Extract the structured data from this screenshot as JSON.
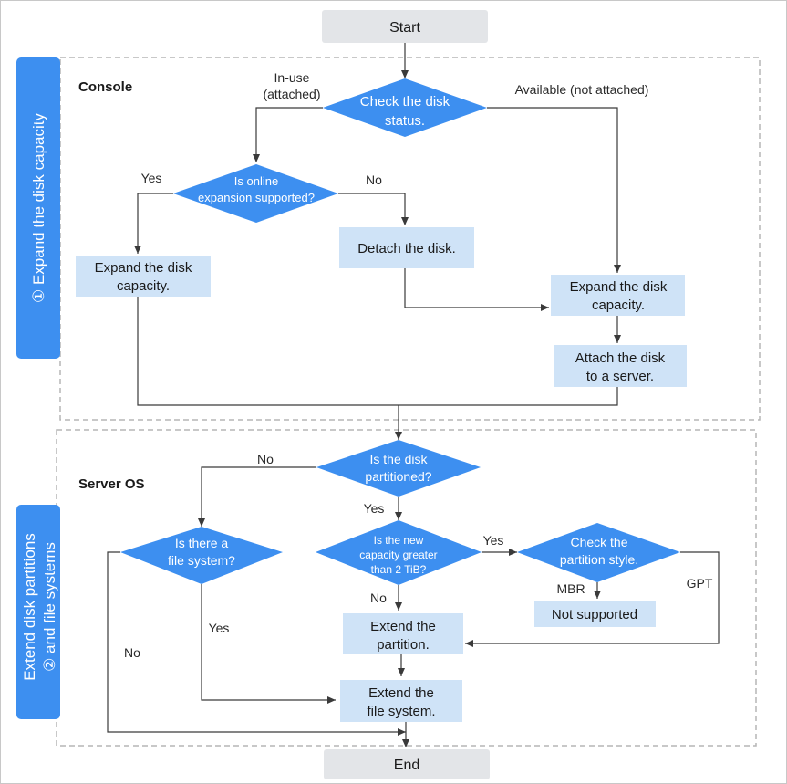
{
  "colors": {
    "blue": "#3d8ff0",
    "box": "#cfe3f7",
    "terminal": "#e3e5e8",
    "line": "#3a3a3a",
    "dash": "#b5b5b5",
    "text": "#1a1a1a"
  },
  "terminals": {
    "start": "Start",
    "end": "End"
  },
  "phases": {
    "phase1_line1": "① Expand the disk capacity",
    "phase2_line1": "Extend disk partitions",
    "phase2_line2": "② and file systems"
  },
  "sections": {
    "console": "Console",
    "server_os": "Server OS"
  },
  "nodes": {
    "check_status_1": "Check the disk",
    "check_status_2": "status.",
    "online_1": "Is online",
    "online_2": "expansion supported?",
    "detach": "Detach the disk.",
    "expand_left_1": "Expand the disk",
    "expand_left_2": "capacity.",
    "expand_right_1": "Expand the disk",
    "expand_right_2": "capacity.",
    "attach_1": "Attach the disk",
    "attach_2": "to a server.",
    "partitioned_1": "Is the disk",
    "partitioned_2": "partitioned?",
    "fs_1": "Is there a",
    "fs_2": "file system?",
    "capacity_1": "Is the new",
    "capacity_2": "capacity greater",
    "capacity_3": "than 2 TiB?",
    "style_1": "Check the",
    "style_2": "partition style.",
    "not_supported": "Not supported",
    "extend_part_1": "Extend the",
    "extend_part_2": "partition.",
    "extend_fs_1": "Extend the",
    "extend_fs_2": "file system."
  },
  "edge_labels": {
    "inuse_1": "In-use",
    "inuse_2": "(attached)",
    "available": "Available (not attached)",
    "online_yes": "Yes",
    "online_no": "No",
    "partitioned_no": "No",
    "partitioned_yes": "Yes",
    "capacity_yes": "Yes",
    "capacity_no": "No",
    "mbr": "MBR",
    "gpt": "GPT",
    "fs_yes": "Yes",
    "fs_no": "No"
  }
}
